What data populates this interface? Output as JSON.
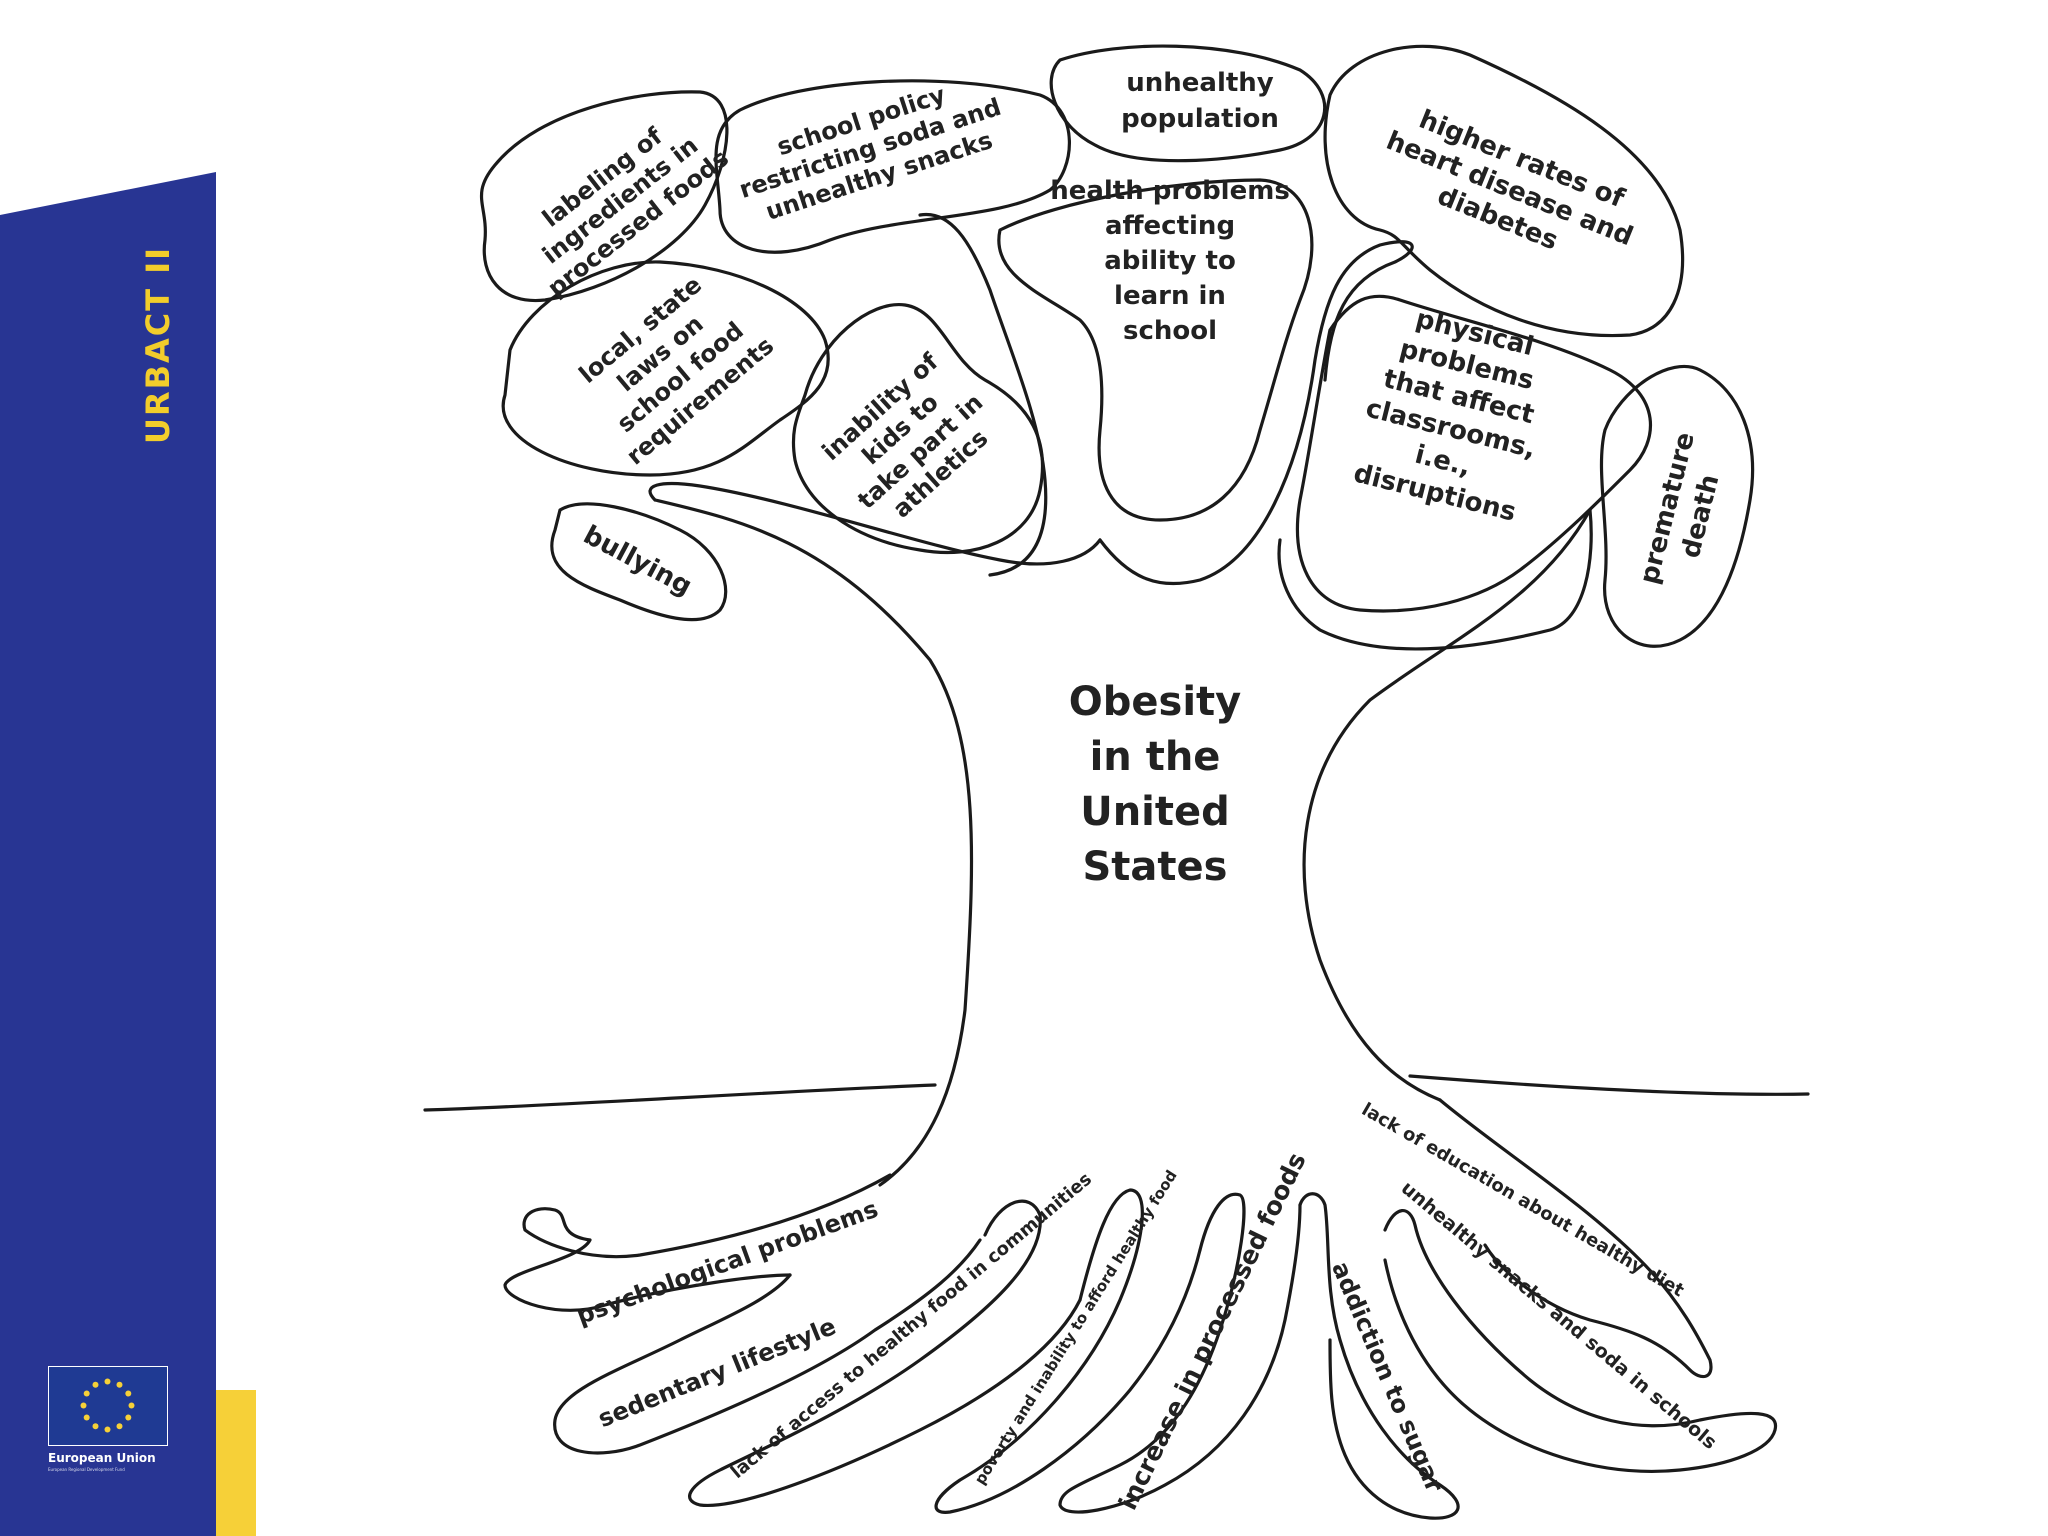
{
  "sidebar": {
    "label": "URBACT II",
    "eu_caption": "European Union",
    "eu_sub": "European Regional Development Fund",
    "colors": {
      "blue": "#283593",
      "yellow": "#f6d038",
      "accent_text": "#f2cd2b"
    }
  },
  "tree": {
    "title_lines": [
      "Obesity",
      "in the",
      "United",
      "States"
    ],
    "leaves": [
      {
        "id": "labeling",
        "lines": [
          "labeling of",
          "ingredients in",
          "processed foods"
        ]
      },
      {
        "id": "school-policy",
        "lines": [
          "school policy",
          "restricting soda and",
          "unhealthy snacks"
        ]
      },
      {
        "id": "unhealthy-population",
        "lines": [
          "unhealthy",
          "population"
        ]
      },
      {
        "id": "heart-disease",
        "lines": [
          "higher rates of",
          "heart disease and",
          "diabetes"
        ]
      },
      {
        "id": "local-laws",
        "lines": [
          "local, state",
          "laws on",
          "school food",
          "requirements"
        ]
      },
      {
        "id": "athletics",
        "lines": [
          "inability of",
          "kids to",
          "take part in",
          "athletics"
        ]
      },
      {
        "id": "learning",
        "lines": [
          "health problems",
          "affecting",
          "ability to",
          "learn in",
          "school"
        ]
      },
      {
        "id": "physical",
        "lines": [
          "physical",
          "problems",
          "that affect",
          "classrooms,",
          "i.e.,",
          "disruptions"
        ]
      },
      {
        "id": "premature",
        "lines": [
          "premature",
          "death"
        ]
      },
      {
        "id": "bullying",
        "lines": [
          "bullying"
        ]
      }
    ],
    "roots": [
      {
        "id": "psychological",
        "text": "psychological problems"
      },
      {
        "id": "sedentary",
        "text": "sedentary lifestyle"
      },
      {
        "id": "access",
        "text": "lack of access to healthy food in communities"
      },
      {
        "id": "poverty",
        "text": "poverty and inability to afford healthy food"
      },
      {
        "id": "processed",
        "text": "increase in processed foods"
      },
      {
        "id": "sugar",
        "text": "addiction to sugar"
      },
      {
        "id": "snacks",
        "text": "unhealthy snacks and soda in schools"
      },
      {
        "id": "education",
        "text": "lack of education about healthy diet"
      }
    ]
  }
}
